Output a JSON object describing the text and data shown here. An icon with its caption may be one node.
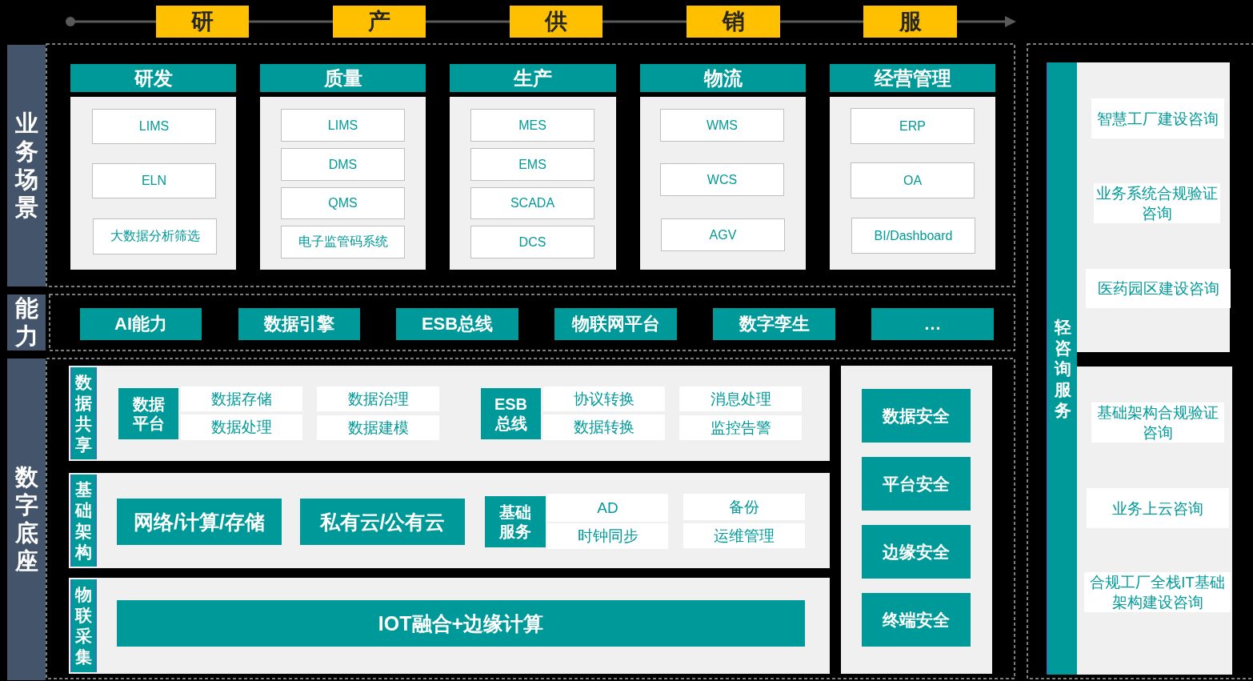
{
  "diagram": {
    "nodes": [
      {
        "text": [
          "研"
        ]
      },
      {
        "text": [
          "产"
        ]
      },
      {
        "text": [
          "供"
        ]
      },
      {
        "text": [
          "销"
        ]
      },
      {
        "text": [
          "服"
        ]
      },
      {
        "text": [
          "业务场景"
        ]
      },
      {
        "text": [
          "研发"
        ]
      },
      {
        "text": [
          "LIMS"
        ],
        "in": 6
      },
      {
        "text": [
          "ELN"
        ],
        "in": 6
      },
      {
        "text": [
          "大数据分析筛选"
        ],
        "in": 6
      },
      {
        "text": [
          "质量"
        ]
      },
      {
        "text": [
          "LIMS"
        ],
        "in": 10
      },
      {
        "text": [
          "DMS"
        ],
        "in": 10
      },
      {
        "text": [
          "QMS"
        ],
        "in": 10
      },
      {
        "text": [
          "电子监管码系统"
        ],
        "in": 10
      },
      {
        "text": [
          "生产"
        ]
      },
      {
        "text": [
          "MES"
        ],
        "in": 15
      },
      {
        "text": [
          "EMS"
        ],
        "in": 15
      },
      {
        "text": [
          "SCADA"
        ],
        "in": 15
      },
      {
        "text": [
          "DCS"
        ],
        "in": 15
      },
      {
        "text": [
          "物流"
        ]
      },
      {
        "text": [
          "WMS"
        ],
        "in": 20
      },
      {
        "text": [
          "WCS"
        ],
        "in": 20
      },
      {
        "text": [
          "AGV"
        ],
        "in": 20
      },
      {
        "text": [
          "经营管理"
        ]
      },
      {
        "text": [
          "ERP"
        ],
        "in": 24
      },
      {
        "text": [
          "OA"
        ],
        "in": 24
      },
      {
        "text": [
          "BI/Dashboard"
        ],
        "in": 24
      },
      {
        "text": [
          "能力"
        ]
      },
      {
        "text": [
          "AI能力"
        ]
      },
      {
        "text": [
          "数据引擎"
        ]
      },
      {
        "text": [
          "ESB总线"
        ]
      },
      {
        "text": [
          "物联网平台"
        ]
      },
      {
        "text": [
          "数字孪生"
        ]
      },
      {
        "text": [
          "…"
        ]
      },
      {
        "text": [
          "数字底座"
        ]
      },
      {
        "text": [
          "数据共享"
        ]
      },
      {
        "text": [
          "数据平台"
        ],
        "in": 36
      },
      {
        "text": [
          "数据存储"
        ],
        "in": 36
      },
      {
        "text": [
          "数据处理"
        ],
        "in": 36
      },
      {
        "text": [
          "数据治理"
        ],
        "in": 36
      },
      {
        "text": [
          "数据建模"
        ],
        "in": 36
      },
      {
        "text": [
          "ESB总线"
        ],
        "in": 36
      },
      {
        "text": [
          "协议转换"
        ],
        "in": 36
      },
      {
        "text": [
          "数据转换"
        ],
        "in": 36
      },
      {
        "text": [
          "消息处理"
        ],
        "in": 36
      },
      {
        "text": [
          "监控告警"
        ],
        "in": 36
      },
      {
        "text": [
          "基础架构"
        ]
      },
      {
        "text": [
          "网络/计算/存储"
        ],
        "in": 47
      },
      {
        "text": [
          "私有云/公有云"
        ],
        "in": 47
      },
      {
        "text": [
          "基础服务"
        ],
        "in": 47
      },
      {
        "text": [
          "AD"
        ],
        "in": 47
      },
      {
        "text": [
          "时钟同步"
        ],
        "in": 47
      },
      {
        "text": [
          "备份"
        ],
        "in": 47
      },
      {
        "text": [
          "运维管理"
        ],
        "in": 47
      },
      {
        "text": [
          "物联采集"
        ]
      },
      {
        "text": [
          "IOT融合+边缘计算"
        ],
        "in": 55
      },
      {
        "text": [],
        "shape": "box"
      },
      {
        "text": [
          "数据安全"
        ],
        "in": 57
      },
      {
        "text": [
          "平台安全"
        ],
        "in": 57
      },
      {
        "text": [
          "边缘安全"
        ],
        "in": 57
      },
      {
        "text": [
          "终端安全"
        ],
        "in": 57
      },
      {
        "text": [
          "轻咨询服务"
        ]
      },
      {
        "text": [],
        "shape": "box"
      },
      {
        "text": [
          "智慧工厂建设咨询"
        ],
        "in": 63
      },
      {
        "text": [
          "业务系统合规验证咨询"
        ],
        "in": 63
      },
      {
        "text": [
          "医药园区建设咨询"
        ],
        "in": 63
      },
      {
        "text": [],
        "shape": "box"
      },
      {
        "text": [
          "基础架构合规验证咨询"
        ],
        "in": 67
      },
      {
        "text": [
          "业务上云咨询"
        ],
        "in": 67
      },
      {
        "text": [
          "合规工厂全栈IT基础架构建设咨询"
        ],
        "in": 67
      }
    ]
  }
}
